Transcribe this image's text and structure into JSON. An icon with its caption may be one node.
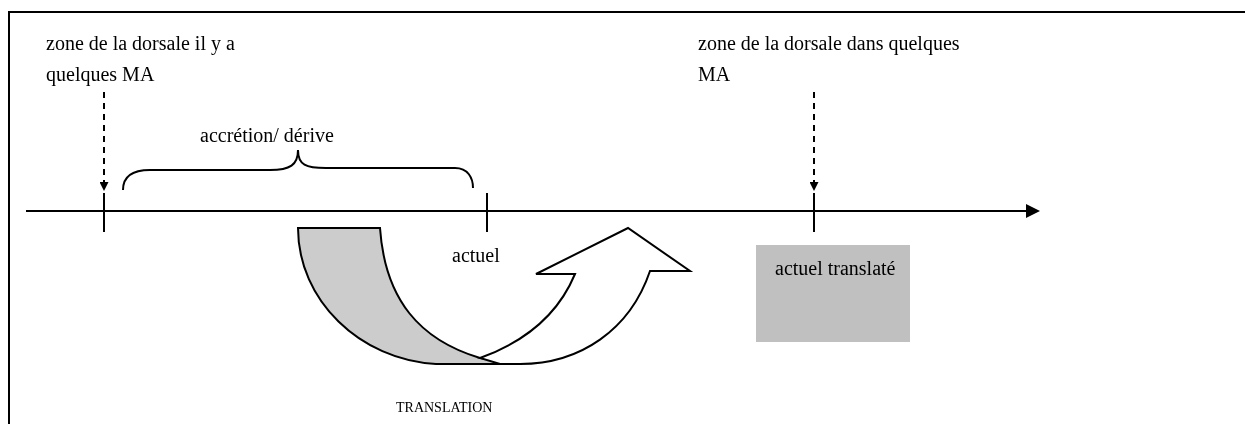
{
  "diagram": {
    "nodes": [
      {
        "text": [
          "zone de la dorsale il y a quelques MA"
        ]
      },
      {
        "text": [
          "zone de la dorsale dans quelques MA"
        ]
      },
      {
        "text": [],
        "shape": "bar"
      },
      {
        "text": [],
        "shape": "bar"
      },
      {
        "text": [
          "actuel translaté"
        ]
      }
    ],
    "edges": [
      {
        "from": 0,
        "to": 2,
        "arrow": "to",
        "style": "dashed"
      },
      {
        "from": 1,
        "to": 3,
        "arrow": "to",
        "style": "dashed"
      }
    ],
    "labels": [
      "accrétion/ dérive",
      "actuel",
      "TRANSLATION"
    ]
  }
}
